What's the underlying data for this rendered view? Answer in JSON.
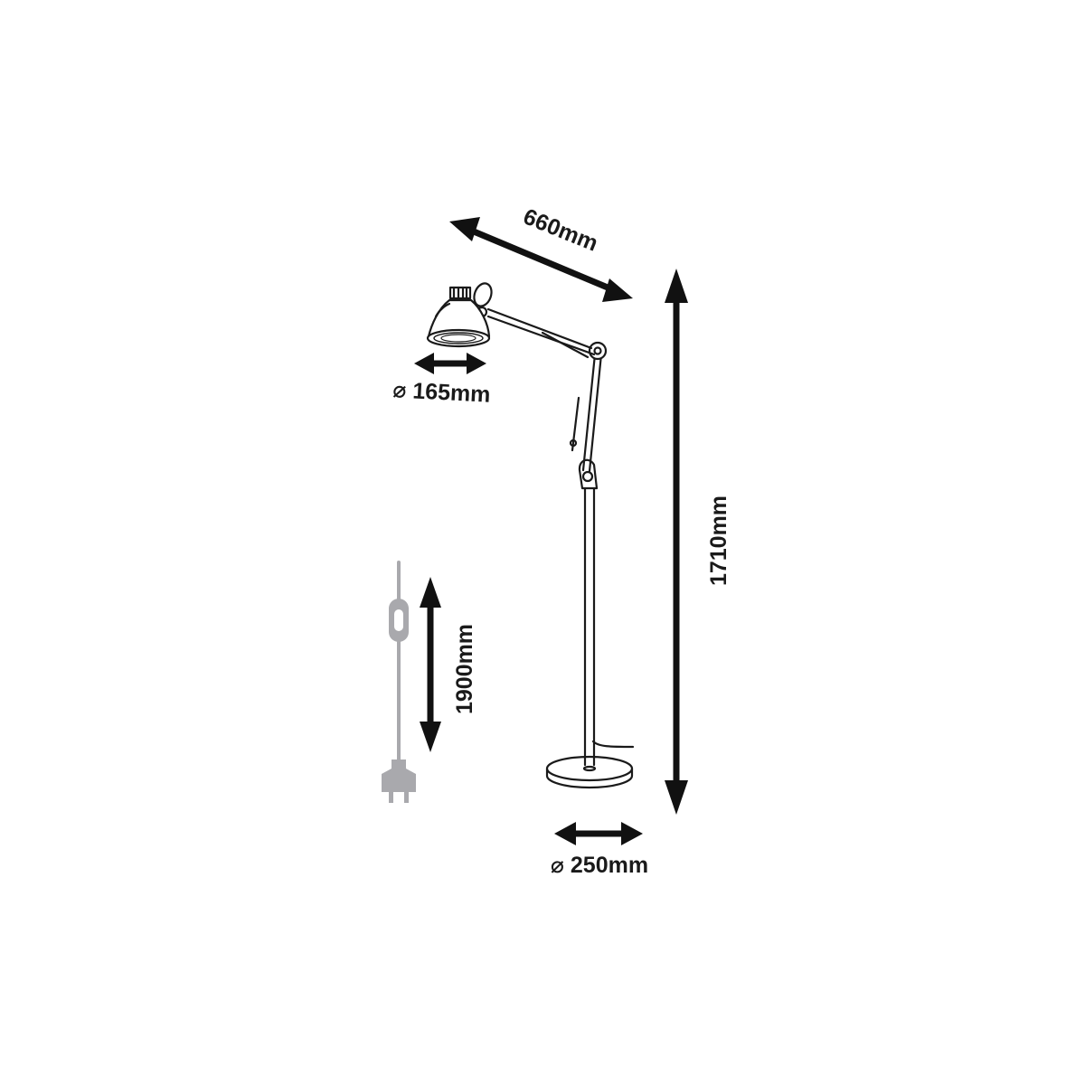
{
  "dimensions": {
    "arm_reach": "660mm",
    "shade_diameter": "⌀ 165mm",
    "total_height": "1710mm",
    "cable_length": "1900mm",
    "base_diameter": "⌀ 250mm"
  },
  "colors": {
    "line": "#1a1a1a",
    "arrow": "#111111",
    "cable": "#a9a9ad",
    "background": "#ffffff"
  },
  "icons": {
    "lamp": "floor-lamp-drawing",
    "plug": "power-plug-icon"
  }
}
